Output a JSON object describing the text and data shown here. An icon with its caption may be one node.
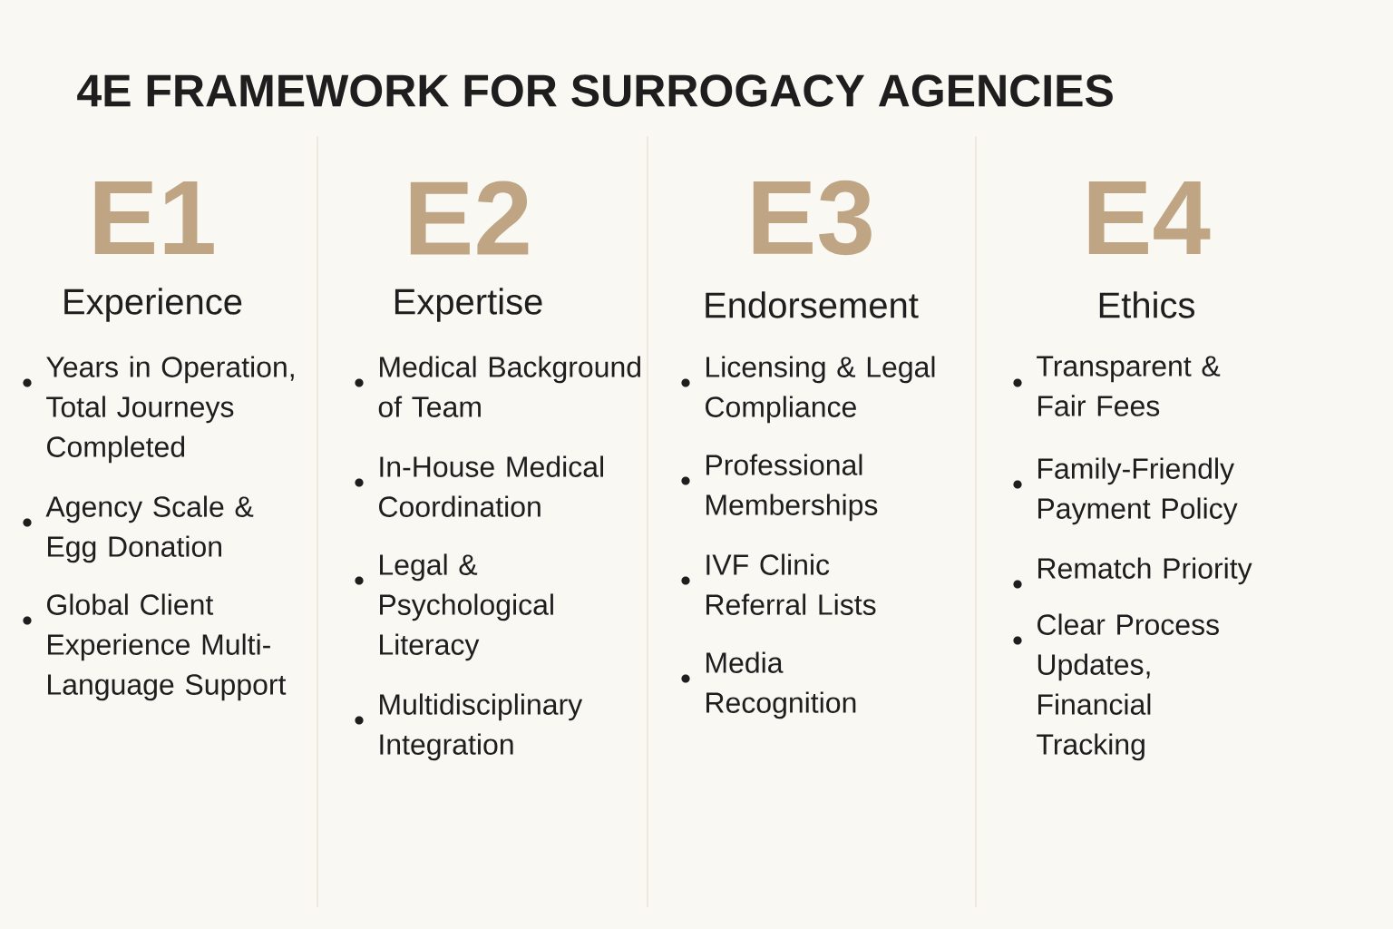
{
  "diagram": {
    "title": "4E FRAMEWORK FOR SURROGACY AGENCIES",
    "nodes": [
      {
        "text": [
          "E1",
          "Experience",
          "Years in Operation, Total Journeys Completed",
          "Agency Scale & Egg Donation",
          "Global Client Experience Multi-Language Support"
        ]
      },
      {
        "text": [
          "E2",
          "Expertise",
          "Medical Background of Team",
          "In-House Medical Coordination",
          "Legal & Psychological Literacy",
          "Multidisciplinary Integration"
        ]
      },
      {
        "text": [
          "E3",
          "Endorsement",
          "Licensing & Legal Compliance",
          "Professional Memberships",
          "IVF Clinic Referral Lists",
          "Media Recognition"
        ]
      },
      {
        "text": [
          "E4",
          "Ethics",
          "Transparent & Fair Fees",
          "Family-Friendly Payment Policy",
          "Rematch Priority",
          "Clear Process Updates, Financial Tracking"
        ]
      }
    ]
  }
}
